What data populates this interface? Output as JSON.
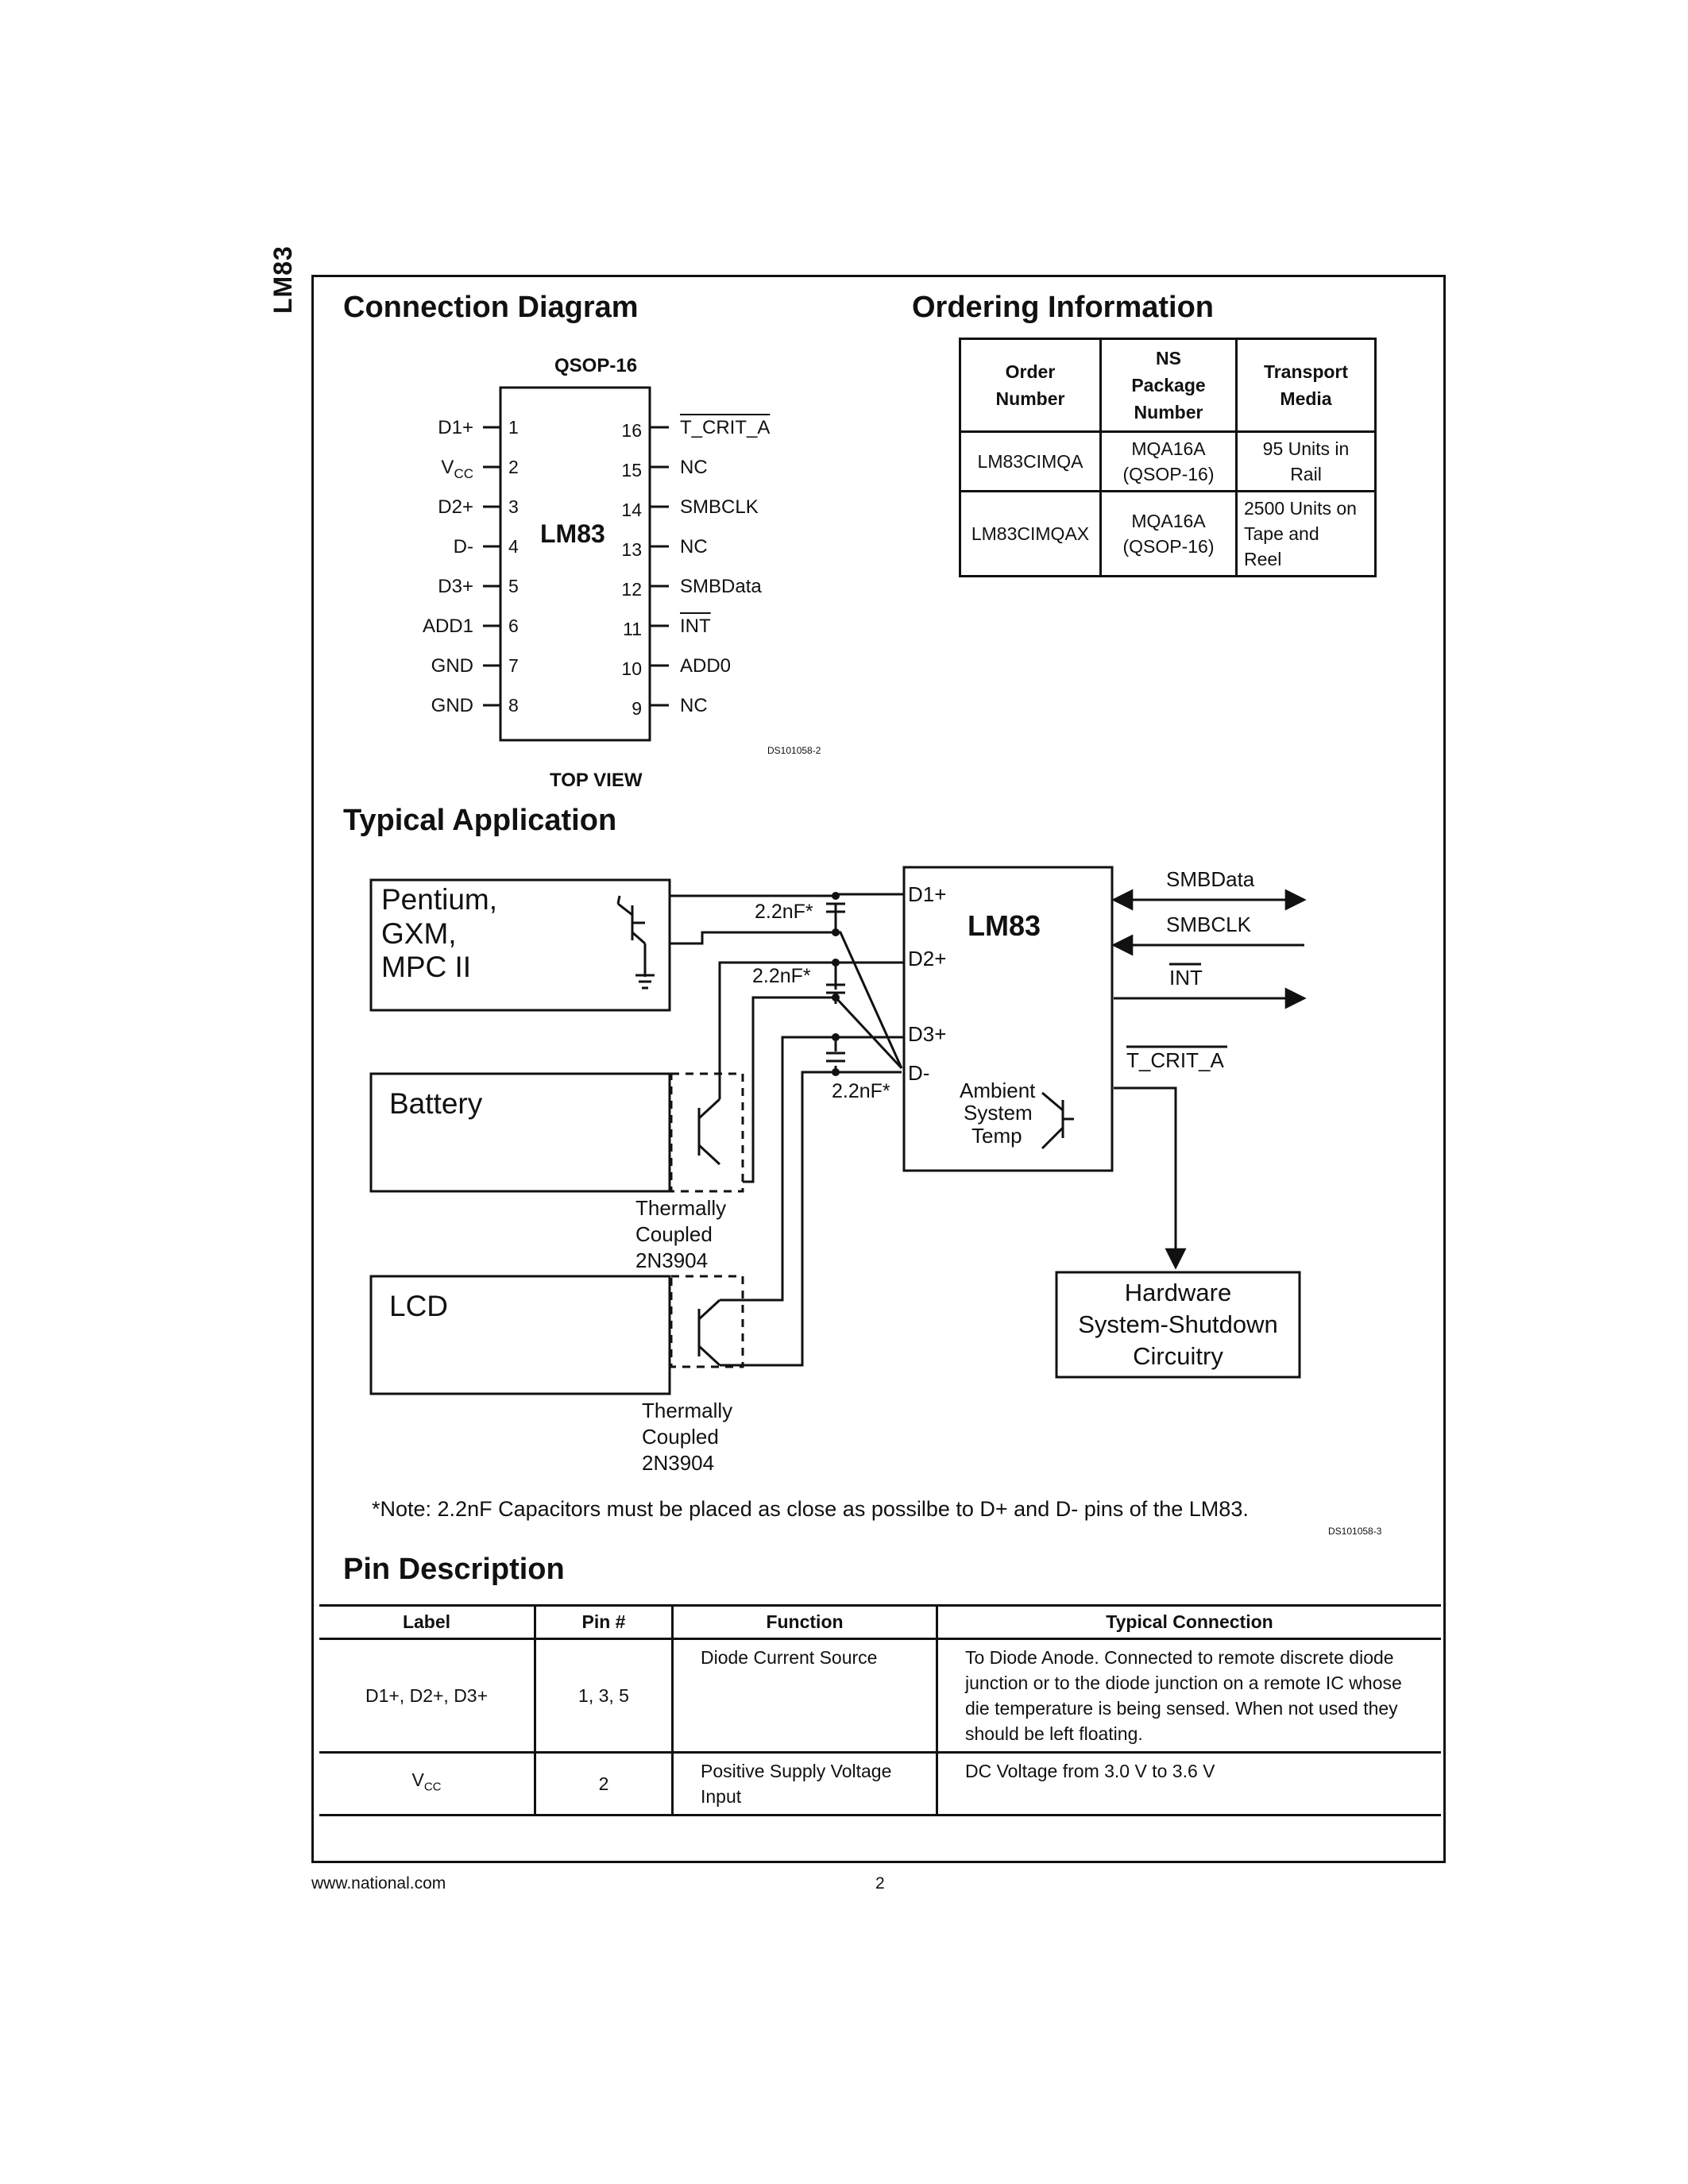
{
  "side_label": "LM83",
  "connection": {
    "title": "Connection Diagram",
    "package": "QSOP-16",
    "chip": "LM83",
    "view": "TOP VIEW",
    "ds_code": "DS101058-2",
    "left_pins": [
      {
        "num": "1",
        "name": "D1+"
      },
      {
        "num": "2",
        "name": "V",
        "sub": "CC"
      },
      {
        "num": "3",
        "name": "D2+"
      },
      {
        "num": "4",
        "name": "D-"
      },
      {
        "num": "5",
        "name": "D3+"
      },
      {
        "num": "6",
        "name": "ADD1"
      },
      {
        "num": "7",
        "name": "GND"
      },
      {
        "num": "8",
        "name": "GND"
      }
    ],
    "right_pins": [
      {
        "num": "16",
        "name": "T_CRIT_A",
        "overline": true
      },
      {
        "num": "15",
        "name": "NC"
      },
      {
        "num": "14",
        "name": "SMBCLK"
      },
      {
        "num": "13",
        "name": "NC"
      },
      {
        "num": "12",
        "name": "SMBData"
      },
      {
        "num": "11",
        "name": "INT",
        "overline": true
      },
      {
        "num": "10",
        "name": "ADD0"
      },
      {
        "num": "9",
        "name": "NC"
      }
    ]
  },
  "ordering": {
    "title": "Ordering Information",
    "headers": [
      [
        "Order",
        "Number"
      ],
      [
        "NS",
        "Package",
        "Number"
      ],
      [
        "Transport",
        "Media"
      ]
    ],
    "rows": [
      {
        "order": "LM83CIMQA",
        "package": [
          "MQA16A",
          "(QSOP-16)"
        ],
        "media": [
          "95 Units in",
          "Rail"
        ]
      },
      {
        "order": "LM83CIMQAX",
        "package": [
          "MQA16A",
          "(QSOP-16)"
        ],
        "media": [
          "2500 Units on",
          "Tape and",
          "Reel"
        ]
      }
    ]
  },
  "application": {
    "title": "Typical Application",
    "cpu": [
      "Pentium,",
      "GXM,",
      "MPC II"
    ],
    "battery": "Battery",
    "lcd": "LCD",
    "cap_label": "2.2nF*",
    "chip": "LM83",
    "chip_pins": [
      "D1+",
      "D2+",
      "D3+",
      "D-"
    ],
    "ambient": [
      "Ambient",
      "System",
      "Temp"
    ],
    "signals": {
      "smbdata": "SMBData",
      "smbclk": "SMBCLK",
      "int": "INT",
      "tcrit": "T_CRIT_A"
    },
    "thermal": [
      "Thermally",
      "Coupled",
      "2N3904"
    ],
    "shutdown": [
      "Hardware",
      "System-Shutdown",
      "Circuitry"
    ],
    "note": "*Note:  2.2nF Capacitors must be placed as close as possilbe to D+ and D- pins of the LM83.",
    "ds_code": "DS101058-3"
  },
  "pin_description": {
    "title": "Pin Description",
    "headers": [
      "Label",
      "Pin #",
      "Function",
      "Typical Connection"
    ],
    "rows": [
      {
        "label": "D1+, D2+, D3+",
        "pin": "1, 3, 5",
        "function": "Diode Current Source",
        "connection": "To Diode Anode. Connected to remote discrete diode junction or to the diode junction on a remote IC whose die temperature is being sensed. When not used they should be left floating."
      },
      {
        "label": "V",
        "label_sub": "CC",
        "pin": "2",
        "function": "Positive Supply Voltage Input",
        "connection": "DC Voltage from 3.0 V to 3.6 V"
      }
    ]
  },
  "footer": {
    "site": "www.national.com",
    "page": "2"
  }
}
